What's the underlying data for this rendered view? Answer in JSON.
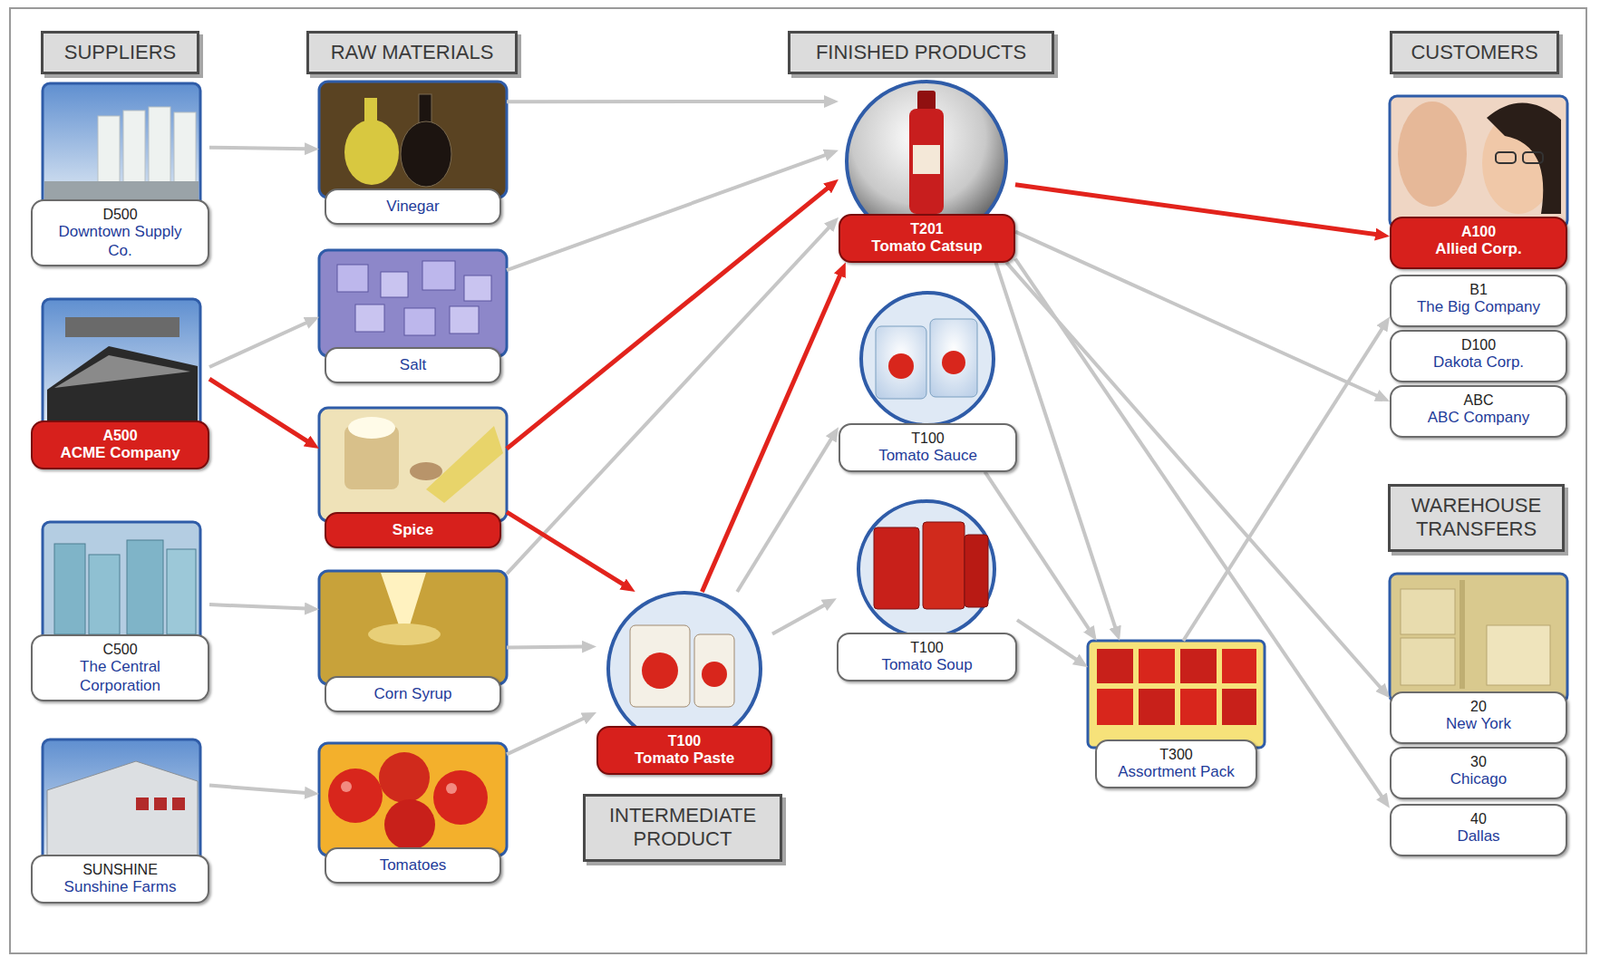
{
  "diagram": {
    "nodes": [
      {
        "text": [
          "SUPPLIERS"
        ]
      },
      {
        "text": [
          "D500",
          "Downtown Supply Co."
        ]
      },
      {
        "text": [
          "A500",
          "ACME Company"
        ]
      },
      {
        "text": [
          "C500",
          "The Central Corporation"
        ]
      },
      {
        "text": [
          "SUNSHINE",
          "Sunshine Farms"
        ]
      },
      {
        "text": [
          "RAW MATERIALS"
        ]
      },
      {
        "text": [
          "Vinegar"
        ]
      },
      {
        "text": [
          "Salt"
        ]
      },
      {
        "text": [
          "Spice"
        ]
      },
      {
        "text": [
          "Corn Syrup"
        ]
      },
      {
        "text": [
          "Tomatoes"
        ]
      },
      {
        "text": [
          "T100",
          "Tomato Paste"
        ]
      },
      {
        "text": [
          "INTERMEDIATE PRODUCT"
        ]
      },
      {
        "text": [
          "FINISHED PRODUCTS"
        ]
      },
      {
        "text": [
          "T201",
          "Tomato Catsup"
        ]
      },
      {
        "text": [
          "T100",
          "Tomato Sauce"
        ]
      },
      {
        "text": [
          "T100",
          "Tomato Soup"
        ]
      },
      {
        "text": [
          "T300",
          "Assortment Pack"
        ]
      },
      {
        "text": [
          "CUSTOMERS"
        ]
      },
      {
        "text": [
          "A100",
          "Allied Corp."
        ]
      },
      {
        "text": [
          "B1",
          "The Big Company"
        ]
      },
      {
        "text": [
          "D100",
          "Dakota Corp."
        ]
      },
      {
        "text": [
          "ABC",
          "ABC Company"
        ]
      },
      {
        "text": [
          "WAREHOUSE TRANSFERS"
        ]
      },
      {
        "text": [
          "20",
          "New York"
        ]
      },
      {
        "text": [
          "30",
          "Chicago"
        ]
      },
      {
        "text": [
          "40",
          "Dallas"
        ]
      }
    ],
    "edges": [
      {
        "from": 1,
        "to": 6,
        "arrow": "to"
      },
      {
        "from": 2,
        "to": 7,
        "arrow": "to"
      },
      {
        "from": 2,
        "to": 8,
        "arrow": "to"
      },
      {
        "from": 3,
        "to": 9,
        "arrow": "to"
      },
      {
        "from": 4,
        "to": 10,
        "arrow": "to"
      },
      {
        "from": 6,
        "to": 14,
        "arrow": "to"
      },
      {
        "from": 7,
        "to": 14,
        "arrow": "to"
      },
      {
        "from": 8,
        "to": 14,
        "arrow": "to"
      },
      {
        "from": 8,
        "to": 11,
        "arrow": "to"
      },
      {
        "from": 9,
        "to": 14,
        "arrow": "to"
      },
      {
        "from": 9,
        "to": 11,
        "arrow": "to"
      },
      {
        "from": 10,
        "to": 11,
        "arrow": "to"
      },
      {
        "from": 11,
        "to": 14,
        "arrow": "to"
      },
      {
        "from": 11,
        "to": 15,
        "arrow": "to"
      },
      {
        "from": 11,
        "to": 16,
        "arrow": "to"
      },
      {
        "from": 14,
        "to": 19,
        "arrow": "to"
      },
      {
        "from": 14,
        "to": 22,
        "arrow": "to"
      },
      {
        "from": 14,
        "to": 17,
        "arrow": "to"
      },
      {
        "from": 14,
        "to": 24,
        "arrow": "to"
      },
      {
        "from": 14,
        "to": 26,
        "arrow": "to"
      },
      {
        "from": 15,
        "to": 17,
        "arrow": "to"
      },
      {
        "from": 16,
        "to": 17,
        "arrow": "to"
      },
      {
        "from": 17,
        "to": 20,
        "arrow": "to"
      }
    ]
  }
}
